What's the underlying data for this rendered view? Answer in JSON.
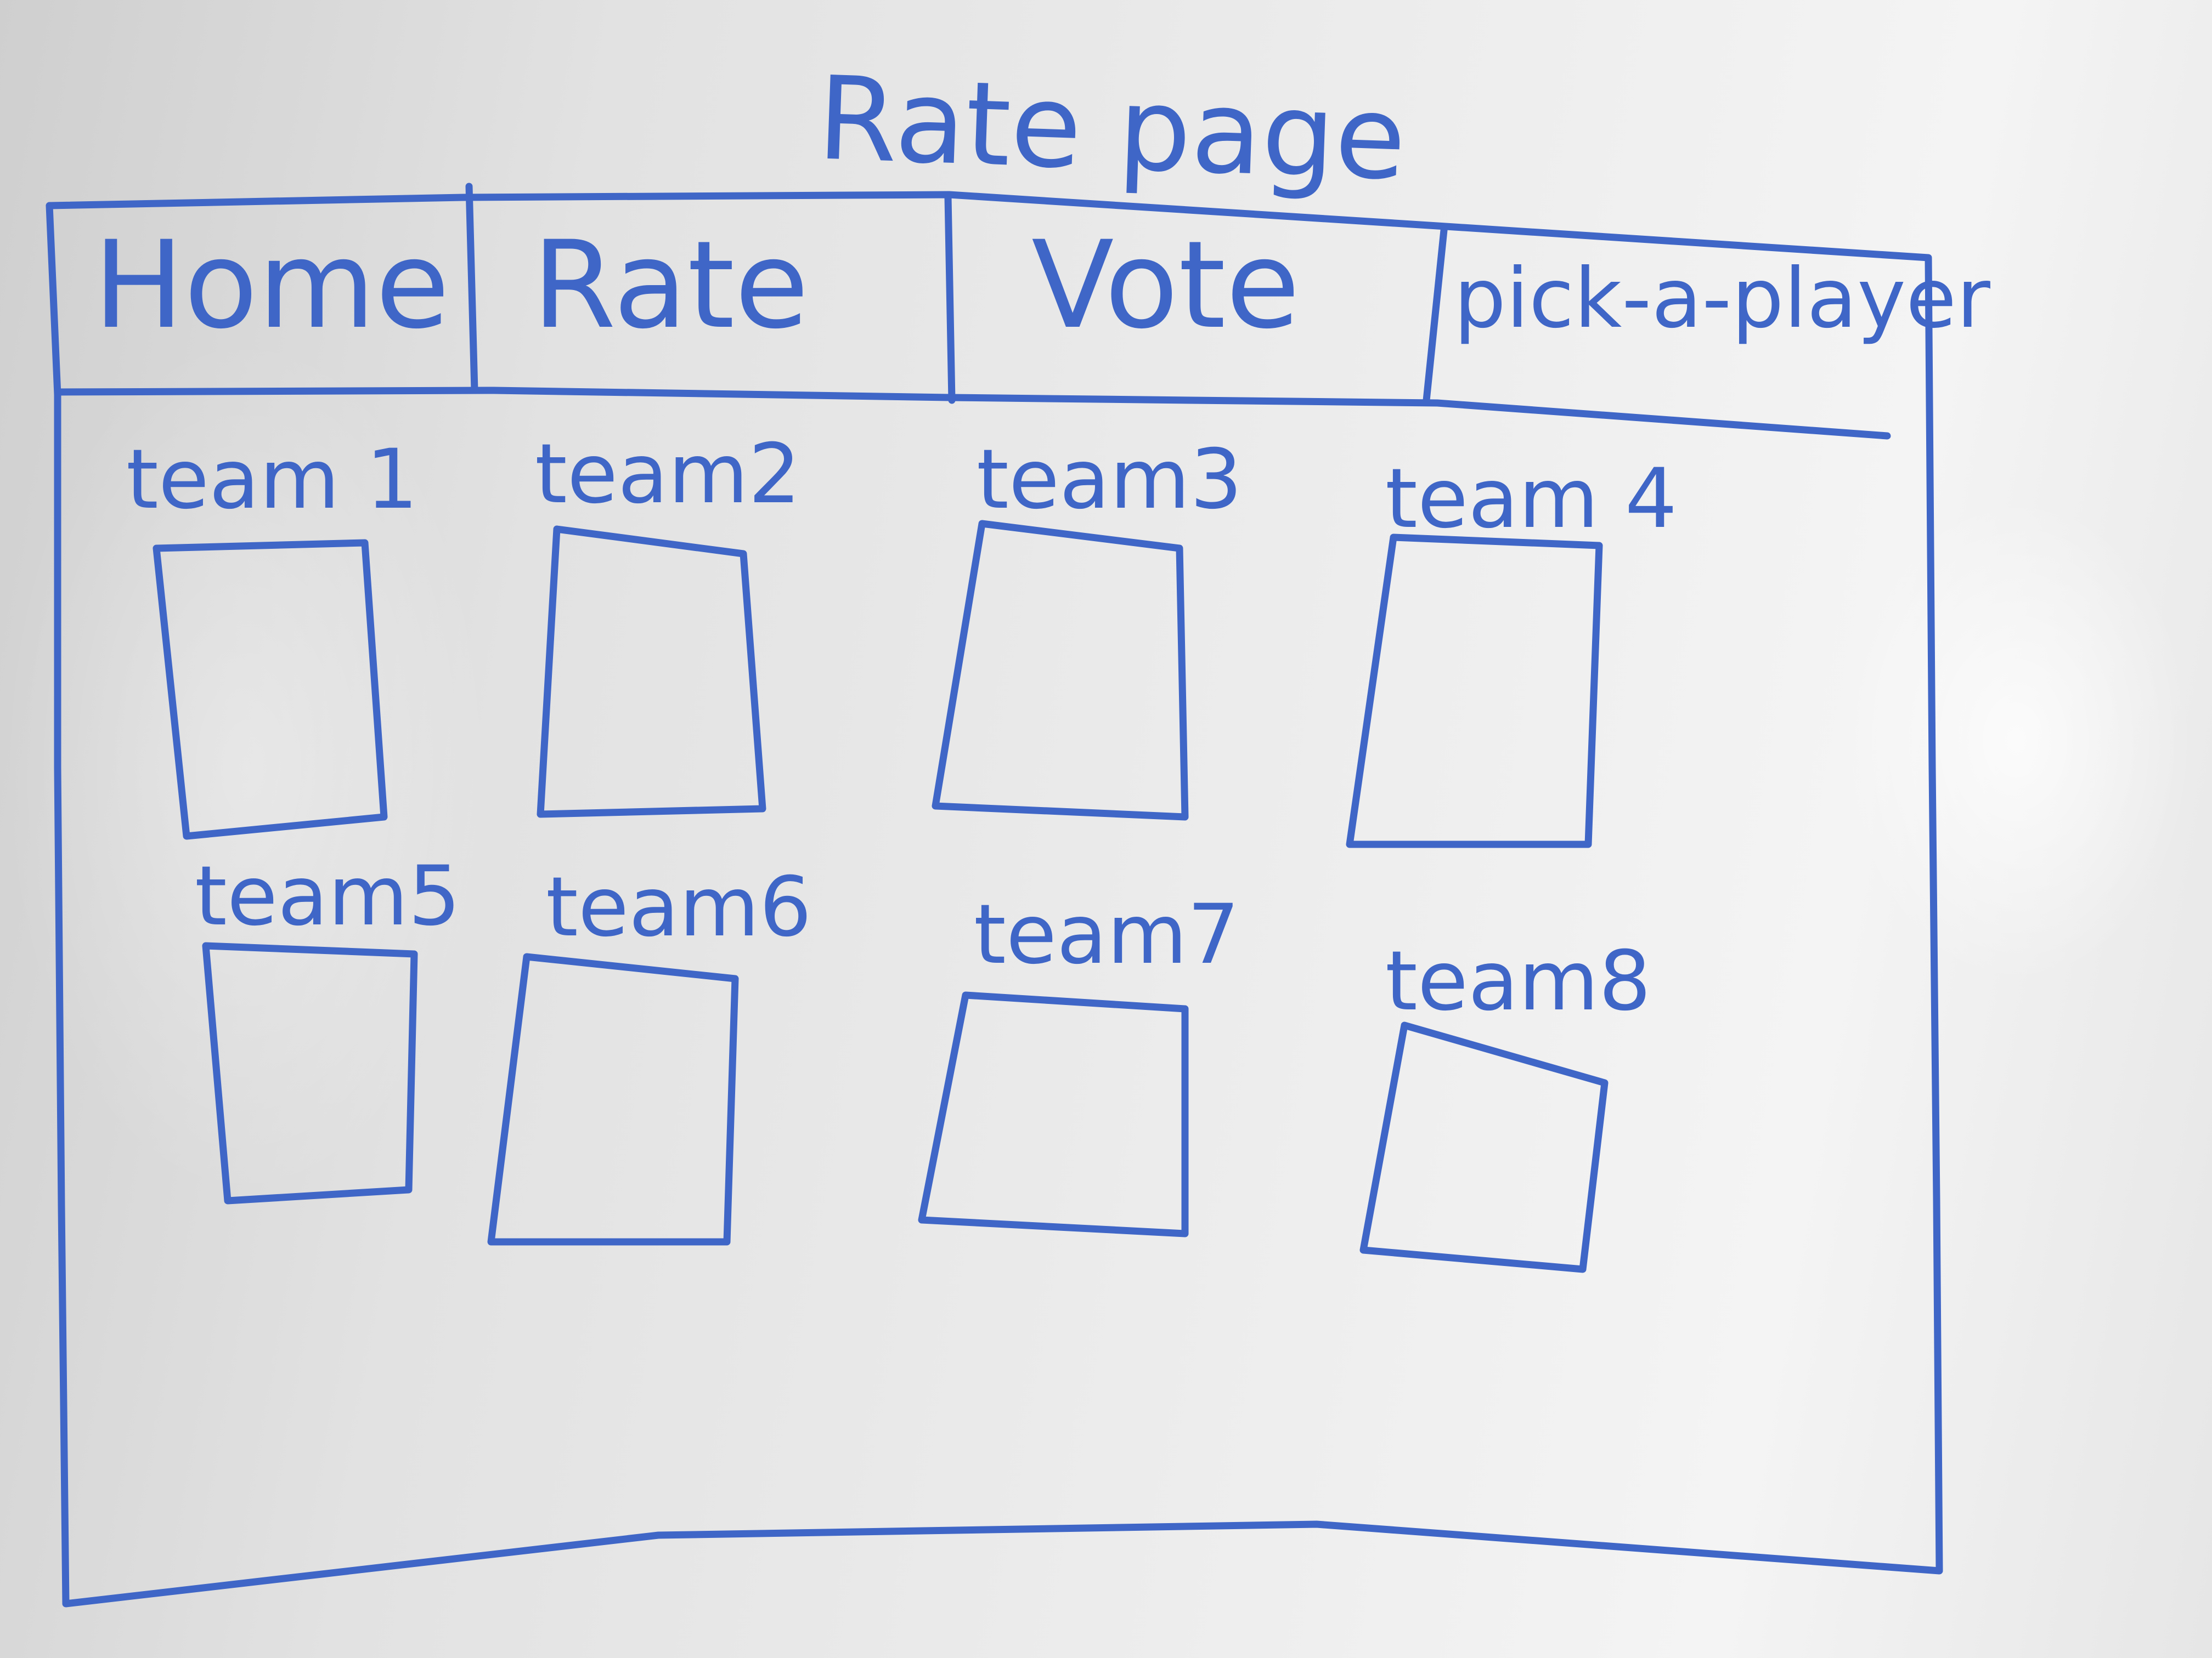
{
  "page_title": "Rate page",
  "nav": {
    "items": [
      {
        "label": "Home"
      },
      {
        "label": "Rate"
      },
      {
        "label": "Vote"
      },
      {
        "label": "pick-a-player"
      }
    ]
  },
  "teams": [
    {
      "label": "team 1"
    },
    {
      "label": "team2"
    },
    {
      "label": "team3"
    },
    {
      "label": "team 4"
    },
    {
      "label": "team5"
    },
    {
      "label": "team6"
    },
    {
      "label": "team7"
    },
    {
      "label": "team8"
    }
  ],
  "colors": {
    "marker": "#3f66c7",
    "board": "#e8e8e8"
  }
}
